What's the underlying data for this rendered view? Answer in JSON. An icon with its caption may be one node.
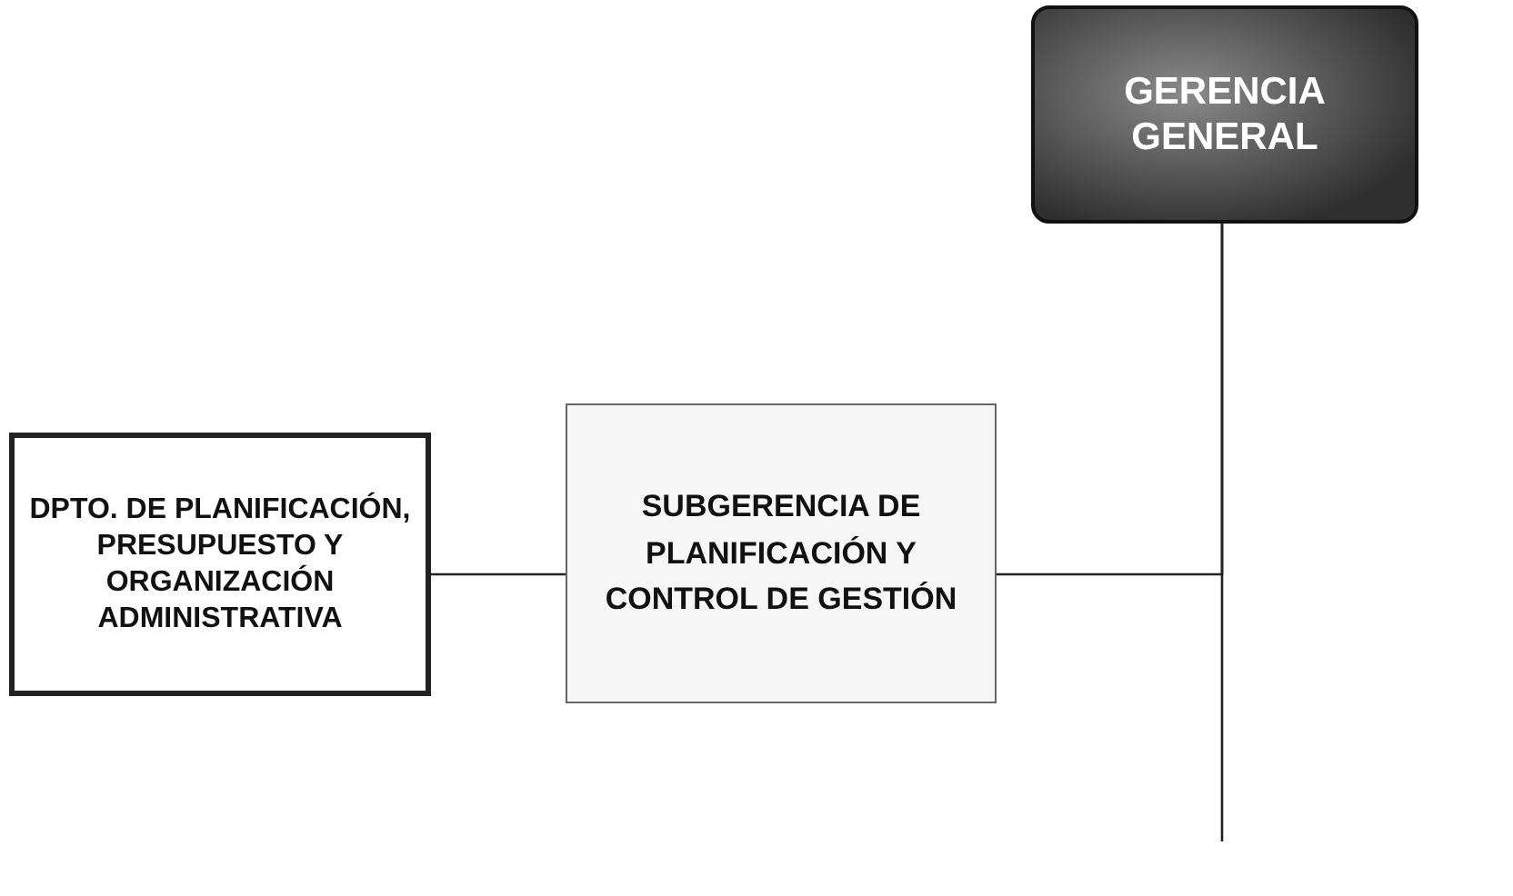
{
  "diagram": {
    "nodes": [
      {
        "text": [
          "GERENCIA GENERAL"
        ]
      },
      {
        "text": [
          "SUBGERENCIA DE PLANIFICACIÓN Y CONTROL DE GESTIÓN"
        ]
      },
      {
        "text": [
          "DPTO.  DE PLANIFICACIÓN, PRESUPUESTO Y ORGANIZACIÓN ADMINISTRATIVA"
        ]
      }
    ],
    "edges": [
      {
        "from": 0,
        "to": 1,
        "arrow": "none"
      },
      {
        "from": 0,
        "to": null,
        "arrow": "none"
      },
      {
        "from": 1,
        "to": 2,
        "arrow": "none"
      }
    ]
  }
}
